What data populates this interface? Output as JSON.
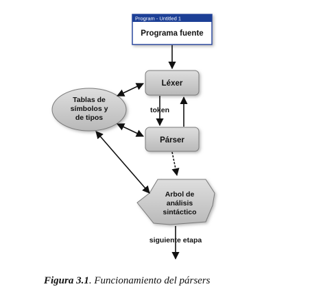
{
  "program_window": {
    "title": "Program - Untitled 1",
    "label": "Programa fuente"
  },
  "nodes": {
    "lexer": "Léxer",
    "parser": "Párser",
    "symbol_tables": [
      "Tablas de",
      "símbolos y",
      "de tipos"
    ],
    "syntax_tree": [
      "Arbol de",
      "análisis",
      "sintáctico"
    ]
  },
  "edges": {
    "token": "token",
    "next_stage": "siguiente etapa"
  },
  "caption": {
    "figure_label": "Figura 3.1",
    "text": ". Funcionamiento del pársers"
  },
  "colors": {
    "node_fill": "#c8c8c8",
    "node_stroke": "#7a7a7a",
    "window_titlebar": "#1c3f96",
    "window_border": "#2b4aa0",
    "arrow": "#111111"
  }
}
